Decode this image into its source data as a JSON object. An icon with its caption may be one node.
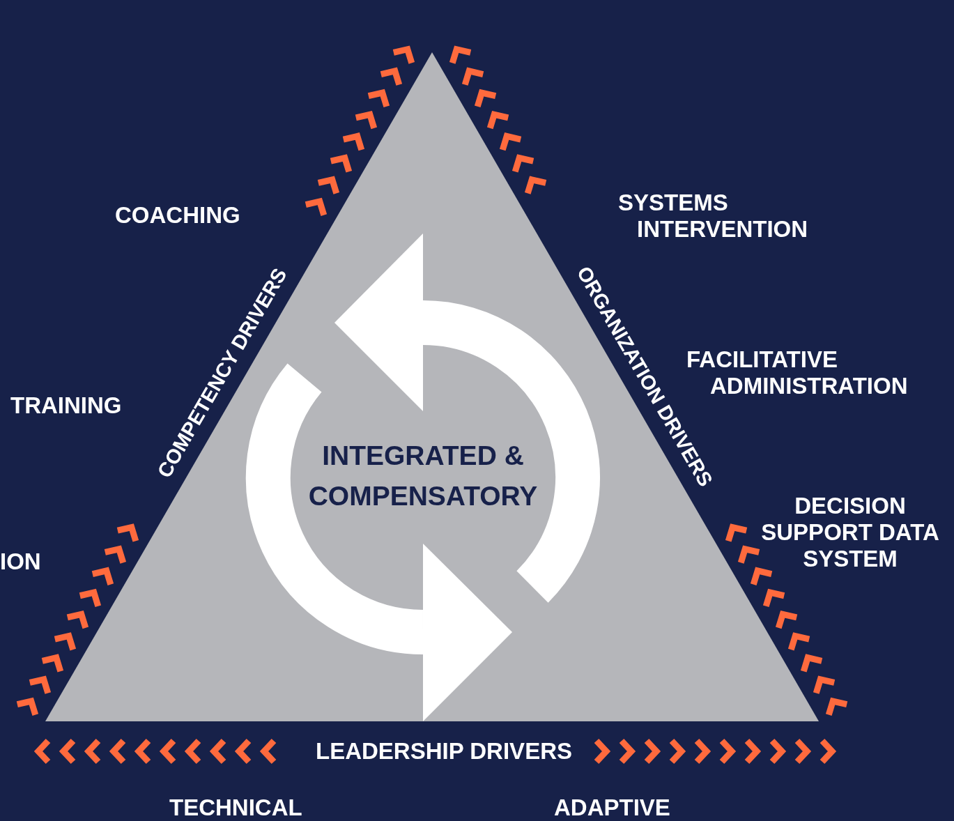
{
  "diagram": {
    "nodes": [
      {
        "text": [
          "INTEGRATED & COMPENSATORY"
        ]
      }
    ],
    "labels": [
      "COACHING",
      "SYSTEMS INTERVENTION",
      "COMPETENCY DRIVERS",
      "ORGANIZATION DRIVERS",
      "FACILITATIVE ADMINISTRATION",
      "TRAINING",
      "DECISION SUPPORT DATA SYSTEM",
      "ION",
      "LEADERSHIP DRIVERS",
      "TECHNICAL",
      "ADAPTIVE"
    ]
  }
}
